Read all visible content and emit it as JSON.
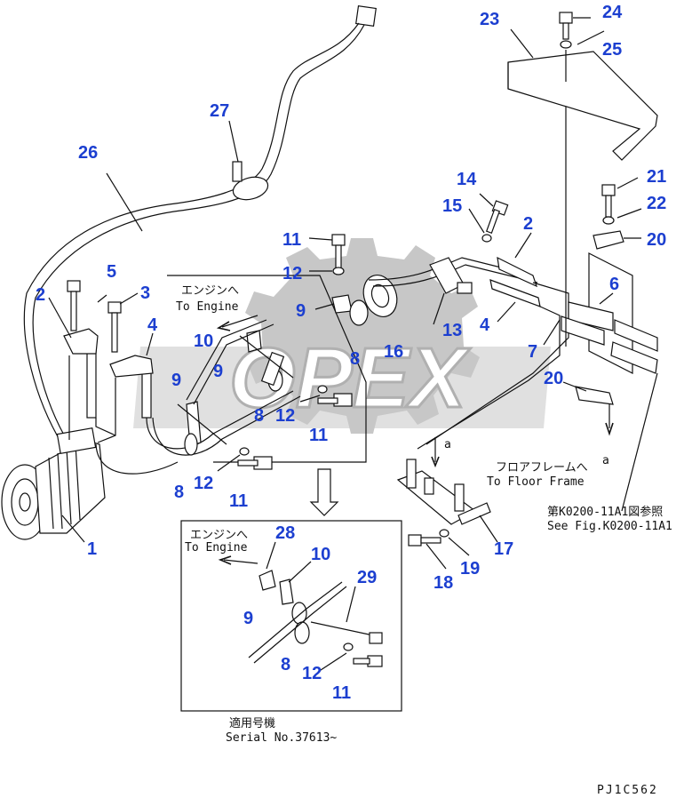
{
  "diagram": {
    "callouts": [
      {
        "id": "c1",
        "text": "1"
      },
      {
        "id": "c2a",
        "text": "2"
      },
      {
        "id": "c2b",
        "text": "2"
      },
      {
        "id": "c3",
        "text": "3"
      },
      {
        "id": "c4a",
        "text": "4"
      },
      {
        "id": "c4b",
        "text": "4"
      },
      {
        "id": "c5",
        "text": "5"
      },
      {
        "id": "c6",
        "text": "6"
      },
      {
        "id": "c7",
        "text": "7"
      },
      {
        "id": "c8a",
        "text": "8"
      },
      {
        "id": "c8b",
        "text": "8"
      },
      {
        "id": "c8c",
        "text": "8"
      },
      {
        "id": "c8d",
        "text": "8"
      },
      {
        "id": "c9a",
        "text": "9"
      },
      {
        "id": "c9b",
        "text": "9"
      },
      {
        "id": "c9c",
        "text": "9"
      },
      {
        "id": "c9d",
        "text": "9"
      },
      {
        "id": "c10a",
        "text": "10"
      },
      {
        "id": "c10b",
        "text": "10"
      },
      {
        "id": "c11a",
        "text": "11"
      },
      {
        "id": "c11b",
        "text": "11"
      },
      {
        "id": "c11c",
        "text": "11"
      },
      {
        "id": "c11d",
        "text": "11"
      },
      {
        "id": "c12a",
        "text": "12"
      },
      {
        "id": "c12b",
        "text": "12"
      },
      {
        "id": "c12c",
        "text": "12"
      },
      {
        "id": "c12d",
        "text": "12"
      },
      {
        "id": "c13",
        "text": "13"
      },
      {
        "id": "c14",
        "text": "14"
      },
      {
        "id": "c15",
        "text": "15"
      },
      {
        "id": "c16",
        "text": "16"
      },
      {
        "id": "c17",
        "text": "17"
      },
      {
        "id": "c18",
        "text": "18"
      },
      {
        "id": "c19",
        "text": "19"
      },
      {
        "id": "c20a",
        "text": "20"
      },
      {
        "id": "c20b",
        "text": "20"
      },
      {
        "id": "c21",
        "text": "21"
      },
      {
        "id": "c22",
        "text": "22"
      },
      {
        "id": "c23",
        "text": "23"
      },
      {
        "id": "c24",
        "text": "24"
      },
      {
        "id": "c25",
        "text": "25"
      },
      {
        "id": "c26",
        "text": "26"
      },
      {
        "id": "c27",
        "text": "27"
      },
      {
        "id": "c28",
        "text": "28"
      },
      {
        "id": "c29",
        "text": "29"
      }
    ],
    "notes": {
      "to_engine_jp_1": "エンジンへ",
      "to_engine_en_1": "To Engine",
      "to_engine_jp_2": "エンジンへ",
      "to_engine_en_2": "To Engine",
      "floor_frame_jp": "フロアフレームへ",
      "floor_frame_en": "To Floor Frame",
      "see_fig_jp": "第K0200-11A1図参照",
      "see_fig_en": "See Fig.K0200-11A1",
      "serial_jp": "適用号機",
      "serial_en": "Serial No.37613~",
      "ref_a_1": "a",
      "ref_a_2": "a",
      "drawing_code": "PJ1C562"
    },
    "watermark_text": "OPEX",
    "colors": {
      "callout": "#1c3fd0",
      "line": "#111111",
      "watermark": "#c7c7c7"
    }
  }
}
